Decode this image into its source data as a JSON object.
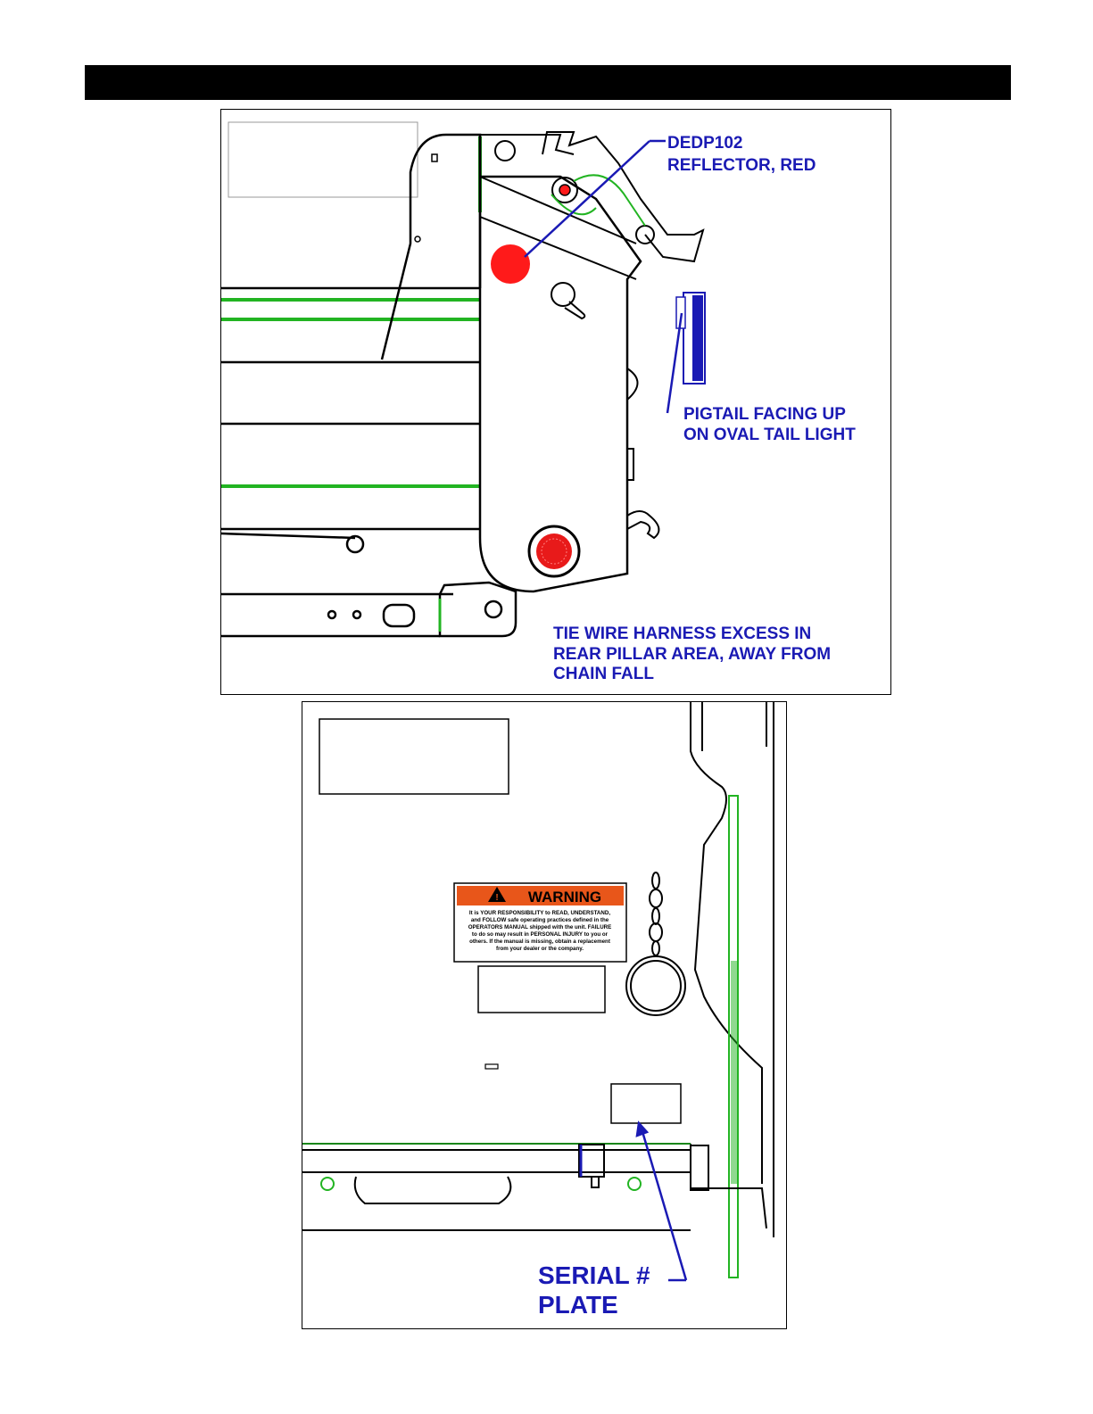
{
  "header": {
    "title": ""
  },
  "top_diagram": {
    "callout_reflector": [
      "DEDP102",
      "REFLECTOR, RED"
    ],
    "callout_pigtail": [
      "PIGTAIL FACING UP",
      "ON OVAL TAIL LIGHT"
    ],
    "callout_harness": [
      "TIE WIRE HARNESS EXCESS IN",
      "REAR PILLAR AREA, AWAY FROM",
      "CHAIN FALL"
    ]
  },
  "bottom_diagram": {
    "warning_label": {
      "heading": "WARNING",
      "lines": [
        "It is YOUR RESPONSIBILITY to READ, UNDERSTAND,",
        "and FOLLOW safe operating practices defined in the",
        "OPERATORS MANUAL shipped with the unit.  FAILURE",
        "to do so may result in PERSONAL INJURY to you or",
        "others.  If the manual is missing, obtain a replacement",
        "from your dealer or the company."
      ]
    },
    "callout_serial": [
      "SERIAL #",
      "PLATE"
    ]
  },
  "colors": {
    "callout_blue": "#1a1ab4",
    "line_green": "#22b422",
    "reflector_red": "#ff1a1a",
    "warning_orange": "#e8561a"
  }
}
